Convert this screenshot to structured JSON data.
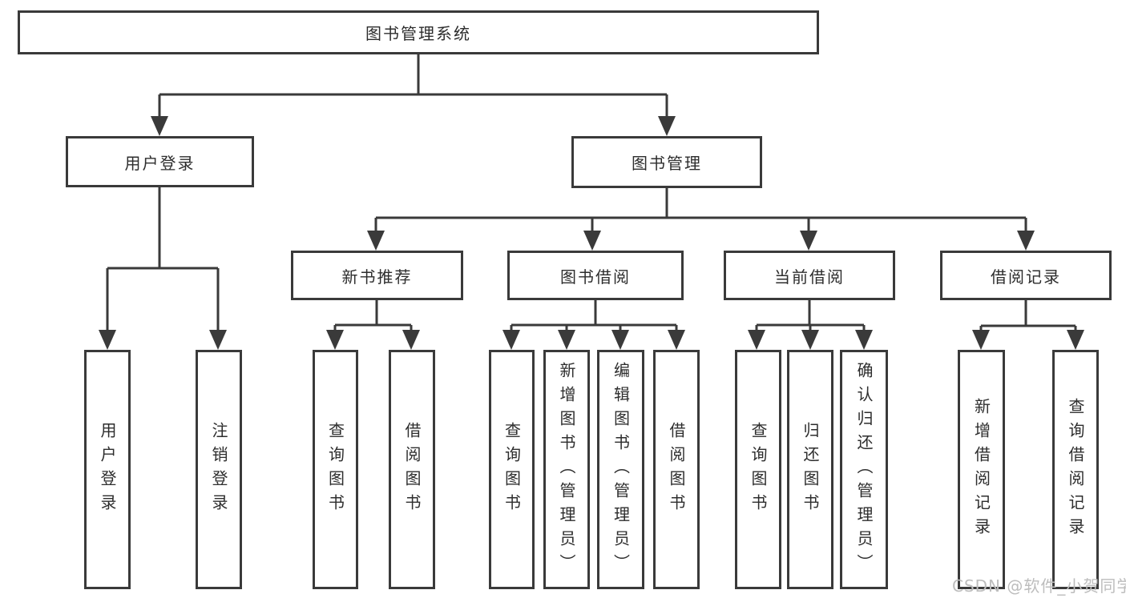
{
  "diagram_title": "图书管理系统",
  "nodes": {
    "root": "图书管理系统",
    "level2": [
      "用户登录",
      "图书管理"
    ],
    "level3": [
      "新书推荐",
      "图书借阅",
      "当前借阅",
      "借阅记录"
    ],
    "level4": {
      "user_login": [
        "用户登录",
        "注销登录"
      ],
      "new_book_rec": [
        "查询图书",
        "借阅图书"
      ],
      "book_borrow": [
        "查询图书",
        "新增图书（管理员）",
        "编辑图书（管理员）",
        "借阅图书"
      ],
      "current_borrow": [
        "查询图书",
        "归还图书",
        "确认归还（管理员）"
      ],
      "borrow_records": [
        "新增借阅记录",
        "查询借阅记录"
      ]
    }
  },
  "watermark": "CSDN @软件_小贺同学",
  "colors": {
    "line": "#3a3a3a",
    "box_border": "#3a3a3a",
    "box_fill": "#ffffff",
    "text": "#2d2d2d",
    "watermark_text": "#bdbdbd",
    "background": "#ffffff"
  }
}
